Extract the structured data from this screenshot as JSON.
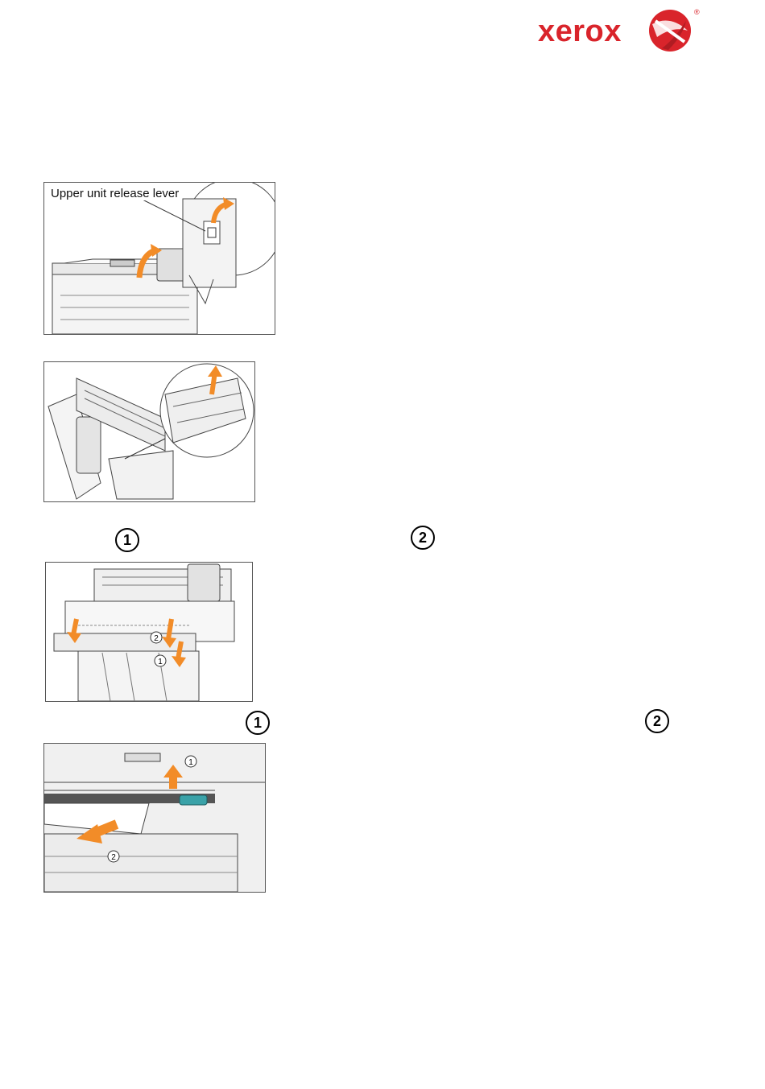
{
  "header": {
    "logo_text": "xerox",
    "logo_mark": "®",
    "brand_color": "#d9242b"
  },
  "figures": [
    {
      "label": "Upper unit release lever"
    },
    {
      "label": ""
    },
    {
      "label": ""
    },
    {
      "label": ""
    }
  ],
  "inline_callouts": {
    "figure3_marks": [
      "2",
      "1"
    ],
    "figure4_marks": [
      "1",
      "2"
    ]
  },
  "step_markers": [
    "1",
    "2",
    "1",
    "2"
  ],
  "colors": {
    "arrow": "#f28c28",
    "outline": "#555555"
  }
}
